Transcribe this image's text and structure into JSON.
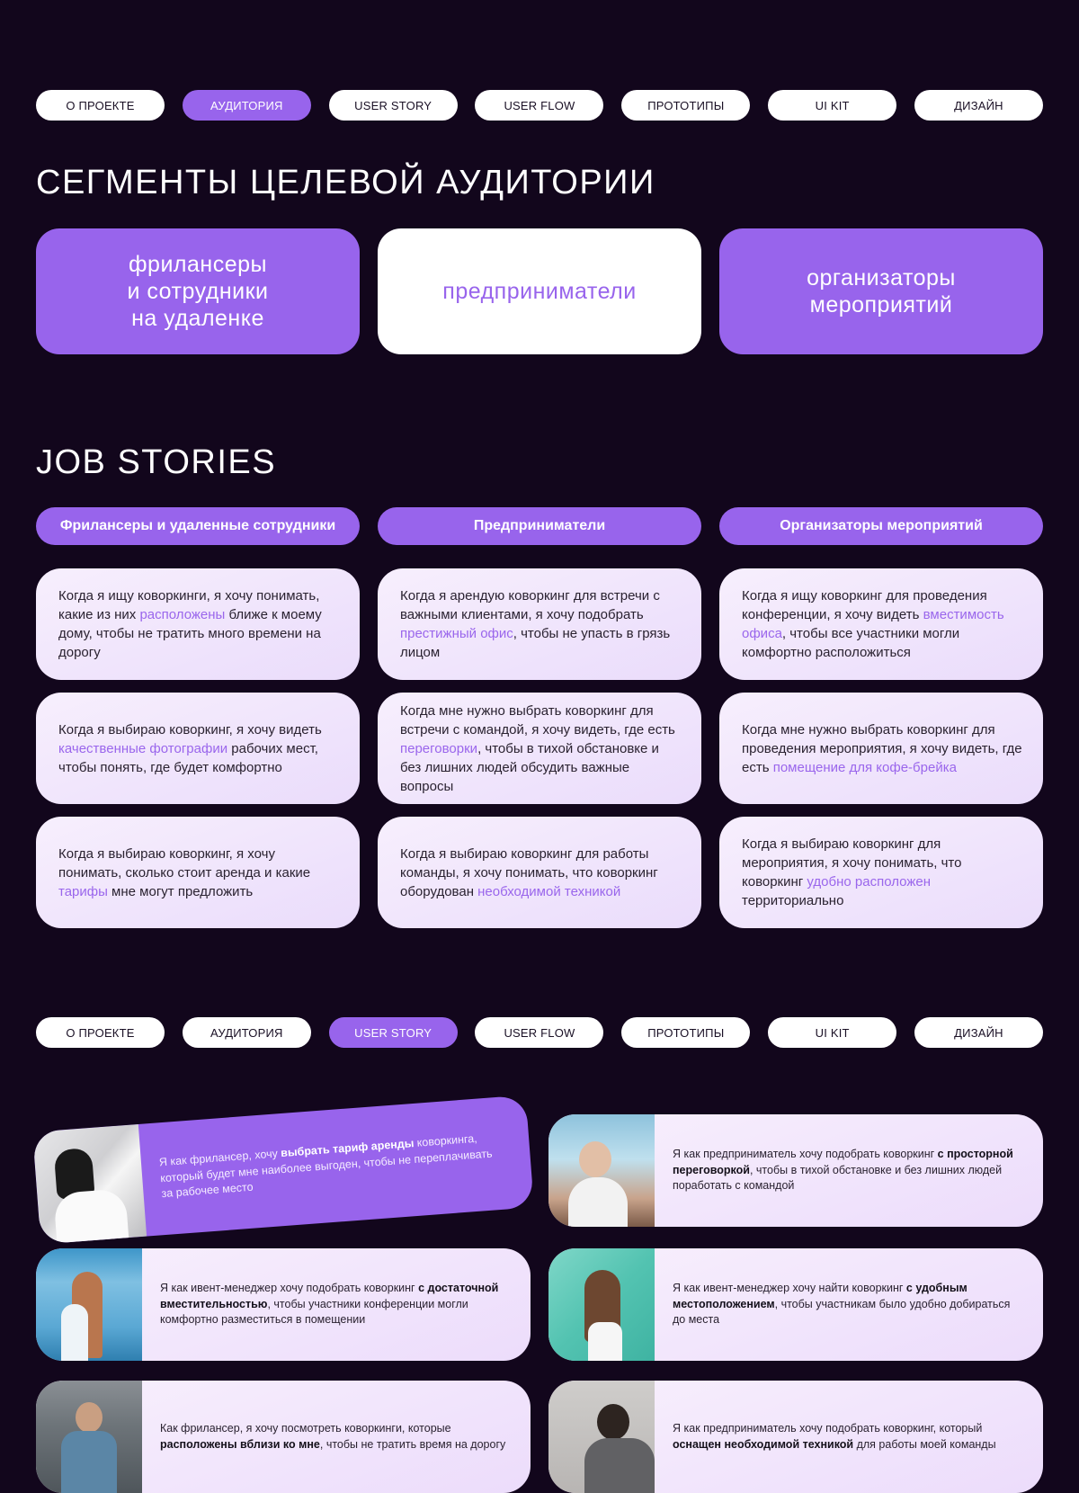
{
  "nav_top": {
    "items": [
      {
        "label": "О ПРОЕКТЕ",
        "active": false
      },
      {
        "label": "АУДИТОРИЯ",
        "active": true
      },
      {
        "label": "USER STORY",
        "active": false
      },
      {
        "label": "USER FLOW",
        "active": false
      },
      {
        "label": "ПРОТОТИПЫ",
        "active": false
      },
      {
        "label": "UI KIT",
        "active": false
      },
      {
        "label": "ДИЗАЙН",
        "active": false
      }
    ]
  },
  "segments": {
    "title": "СЕГМЕНТЫ ЦЕЛЕВОЙ АУДИТОРИИ",
    "cards": [
      {
        "label": "фрилансеры\nи сотрудники\nна удаленке",
        "style": "purple"
      },
      {
        "label": "предприниматели",
        "style": "white"
      },
      {
        "label": "организаторы\nмероприятий",
        "style": "purple"
      }
    ]
  },
  "job_stories": {
    "title": "JOB STORIES",
    "columns": [
      {
        "header": "Фрилансеры и удаленные сотрудники",
        "cards": [
          {
            "before": "Когда я ищу коворкинги, я хочу понимать, какие из них ",
            "highlight": "расположены",
            "after": " ближе к моему дому, чтобы не тратить много времени на дорогу"
          },
          {
            "before": "Когда я выбираю коворкинг, я хочу видеть ",
            "highlight": "качественные фотографии",
            "after": " рабочих мест, чтобы понять, где будет комфортно"
          },
          {
            "before": "Когда я выбираю коворкинг, я хочу понимать, сколько стоит аренда и какие ",
            "highlight": "тарифы",
            "after": " мне могут предложить"
          }
        ]
      },
      {
        "header": "Предприниматели",
        "cards": [
          {
            "before": "Когда я арендую коворкинг для встречи с важными клиентами, я хочу подобрать ",
            "highlight": "престижный офис",
            "after": ", чтобы не упасть в грязь лицом"
          },
          {
            "before": "Когда мне нужно выбрать коворкинг для встречи с командой, я хочу видеть, где есть ",
            "highlight": "переговорки",
            "after": ", чтобы в тихой обстановке и без лишних людей обсудить важные вопросы"
          },
          {
            "before": "Когда я выбираю коворкинг для работы команды, я хочу понимать, что коворкинг оборудован ",
            "highlight": "необходимой техникой",
            "after": ""
          }
        ]
      },
      {
        "header": "Организаторы мероприятий",
        "cards": [
          {
            "before": "Когда я ищу коворкинг для проведения конференции, я хочу видеть ",
            "highlight": "вместимость офиса",
            "after": ", чтобы все участники могли комфортно расположиться"
          },
          {
            "before": "Когда мне нужно выбрать коворкинг для проведения мероприятия, я хочу видеть, где есть ",
            "highlight": "помещение для кофе-брейка",
            "after": ""
          },
          {
            "before": "Когда я выбираю коворкинг для мероприятия, я хочу понимать, что коворкинг ",
            "highlight": "удобно расположен",
            "after": " территориально"
          }
        ]
      }
    ]
  },
  "nav_bottom": {
    "items": [
      {
        "label": "О ПРОЕКТЕ",
        "active": false
      },
      {
        "label": "АУДИТОРИЯ",
        "active": false
      },
      {
        "label": "USER STORY",
        "active": true
      },
      {
        "label": "USER FLOW",
        "active": false
      },
      {
        "label": "ПРОТОТИПЫ",
        "active": false
      },
      {
        "label": "UI KIT",
        "active": false
      },
      {
        "label": "ДИЗАЙН",
        "active": false
      }
    ]
  },
  "user_stories": [
    {
      "before": "Я как фрилансер, хочу ",
      "bold": "выбрать тариф аренды",
      "after": " коворкинга, который будет мне наиболее выгоден, чтобы не переплачивать за рабочее место",
      "photo": "woman-in-white-shirt-photo",
      "featured": true
    },
    {
      "before": "Я как предприниматель хочу подобрать коворкинг ",
      "bold": "с просторной переговоркой",
      "after": ", чтобы в тихой обстановке и без лишних людей поработать с командой",
      "photo": "young-man-portrait-photo",
      "featured": false
    },
    {
      "before": "Я как ивент-менеджер хочу подобрать коворкинг ",
      "bold": "с достаточной вместительностью",
      "after": ", чтобы участники конференции могли комфортно разместиться в помещении",
      "photo": "woman-at-sea-photo",
      "featured": false
    },
    {
      "before": "Я как ивент-менеджер хочу найти коворкинг ",
      "bold": "с удобным местоположением",
      "after": ", чтобы участникам было удобно добираться до места",
      "photo": "woman-with-confetti-photo",
      "featured": false
    },
    {
      "before": "Как фрилансер, я хочу посмотреть коворкинги, которые ",
      "bold": "расположены вблизи ко мне",
      "after": ", чтобы не тратить время на дорогу",
      "photo": "young-man-on-street-photo",
      "featured": false
    },
    {
      "before": "Я как предприниматель хочу подобрать коворкинг, который ",
      "bold": "оснащен необходимой техникой",
      "after": " для работы моей команды",
      "photo": "bearded-man-with-laptop-photo",
      "featured": false
    }
  ],
  "colors": {
    "background": "#12061c",
    "accent": "#9864ec",
    "card_light": "#f3e9fc",
    "text_dark": "#2a2230"
  }
}
